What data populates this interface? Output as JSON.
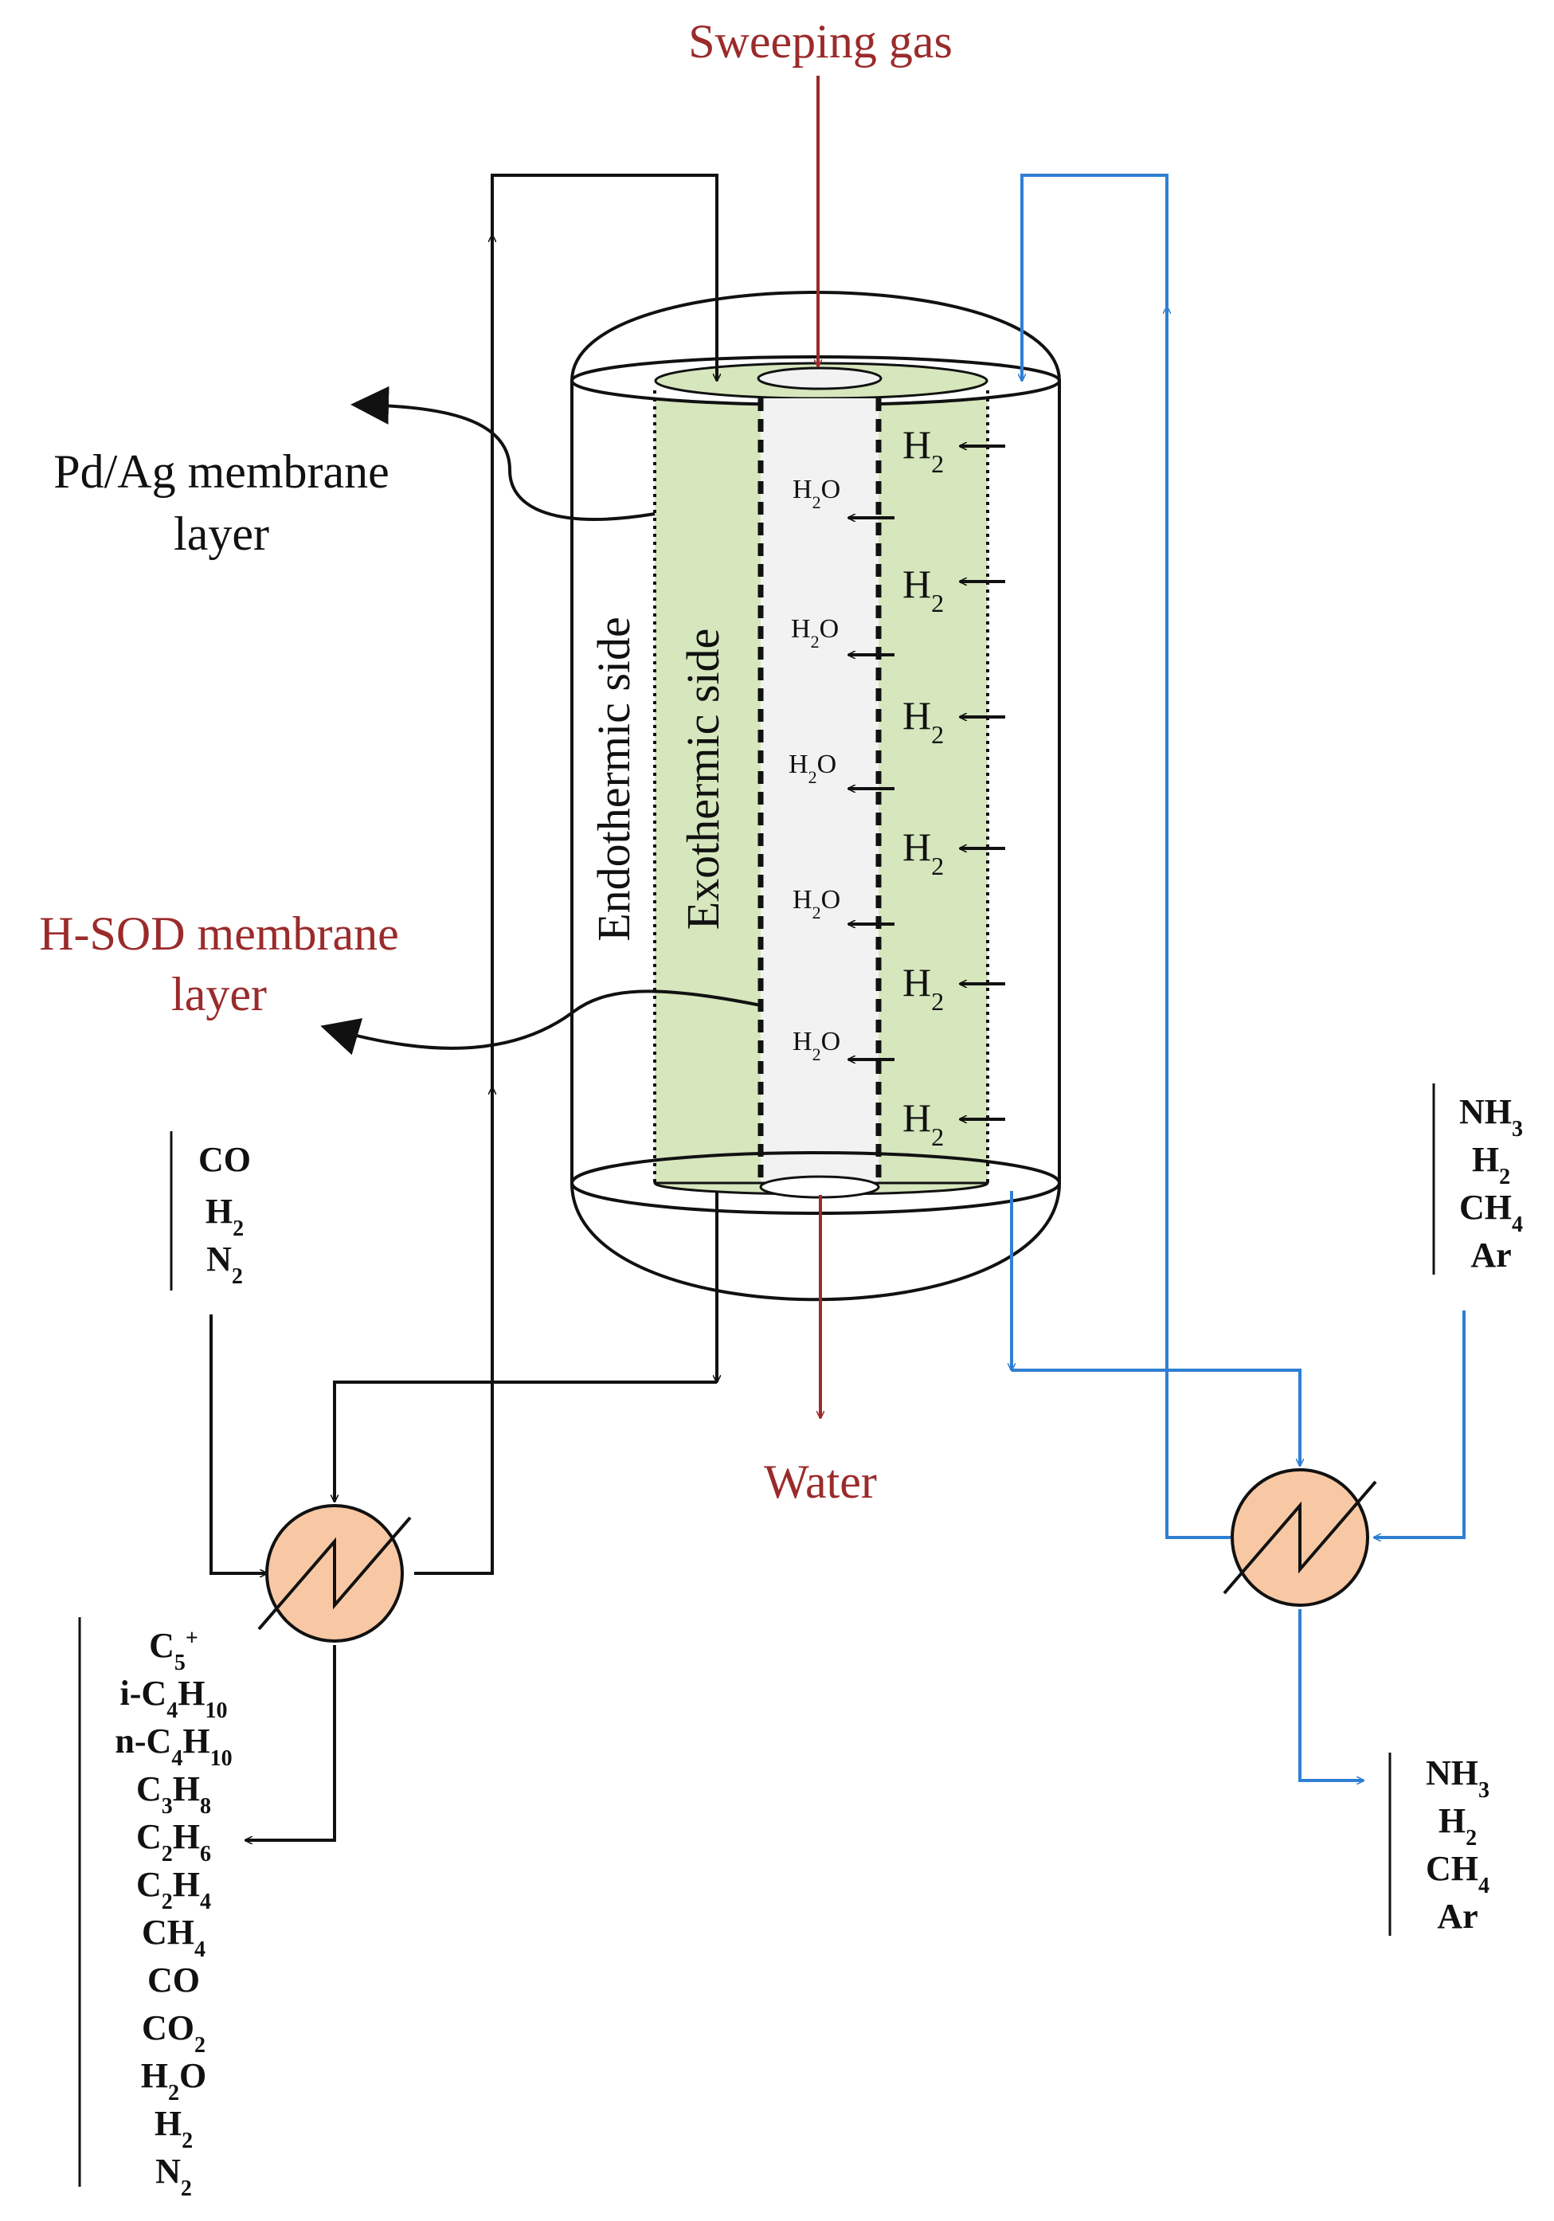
{
  "labels": {
    "sweeping_gas": "Sweeping gas",
    "pdag_line1": "Pd/Ag membrane",
    "pdag_line2": "layer",
    "hsod_line1": "H-SOD membrane",
    "hsod_line2": "layer",
    "endothermic": "Endothermic side",
    "exothermic": "Exothermic side",
    "water": "Water"
  },
  "permeate": {
    "h2": [
      "H2",
      "H2",
      "H2",
      "H2",
      "H2",
      "H2"
    ],
    "h2o": [
      "H2O",
      "H2O",
      "H2O",
      "H2O",
      "H2O"
    ]
  },
  "streams": {
    "feed_left": [
      "CO",
      "H2",
      "N2"
    ],
    "product_left": [
      "C5+",
      "i-C4H10",
      "n-C4H10",
      "C3H8",
      "C2H6",
      "C2H4",
      "CH4",
      "CO",
      "CO2",
      "H2O",
      "H2",
      "N2"
    ],
    "feed_right": [
      "NH3",
      "H2",
      "CH4",
      "Ar"
    ],
    "product_right": [
      "NH3",
      "H2",
      "CH4",
      "Ar"
    ]
  },
  "colors": {
    "sweeping_gas_line": "#9b2b2b",
    "blue_stream": "#2f7fd3",
    "black_stream": "#111111",
    "endothermic_fill": "#d6e6bd",
    "exothermic_fill": "#f2f2f2",
    "heat_exchanger_fill": "#f8c8a4"
  }
}
